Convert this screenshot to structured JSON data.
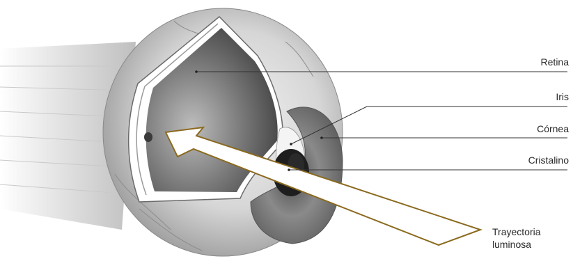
{
  "labels": {
    "retina": "Retina",
    "iris": "Iris",
    "cornea": "Córnea",
    "cristalino": "Cristalino",
    "trayectoria_line1": "Trayectoria",
    "trayectoria_line2": "luminosa"
  }
}
